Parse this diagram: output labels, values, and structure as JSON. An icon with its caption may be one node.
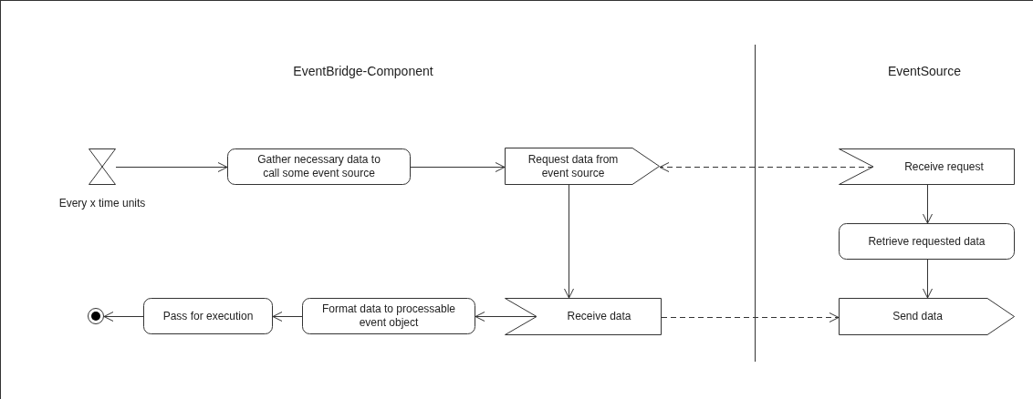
{
  "diagram": {
    "nodes": [
      {
        "text": [],
        "shape": "hourglass",
        "beside": [
          "Every x time units"
        ]
      },
      {
        "text": [
          "Gather necessary data to call some event source"
        ]
      },
      {
        "text": [
          "Request data from event source"
        ]
      },
      {
        "text": [
          "Receive request"
        ]
      },
      {
        "text": [
          "Retrieve requested data"
        ]
      },
      {
        "text": [
          "Receive data"
        ]
      },
      {
        "text": [
          "Send data"
        ]
      },
      {
        "text": [
          "Format data to processable event object"
        ]
      },
      {
        "text": [
          "Pass for execution"
        ]
      },
      {
        "text": [],
        "shape": "circle"
      }
    ],
    "edges": [
      {
        "from": 0,
        "to": 1,
        "arrow": "to"
      },
      {
        "from": 1,
        "to": 2,
        "arrow": "to"
      },
      {
        "from": 3,
        "to": 2,
        "arrow": "to",
        "style": "dashed"
      },
      {
        "from": 2,
        "to": 5,
        "arrow": "to"
      },
      {
        "from": 3,
        "to": 4,
        "arrow": "to"
      },
      {
        "from": 4,
        "to": 6,
        "arrow": "to"
      },
      {
        "from": 5,
        "to": 6,
        "arrow": "to",
        "style": "dashed"
      },
      {
        "from": 5,
        "to": 7,
        "arrow": "to"
      },
      {
        "from": 7,
        "to": 8,
        "arrow": "to"
      },
      {
        "from": 8,
        "to": 9,
        "arrow": "to"
      }
    ],
    "labels": [
      "EventBridge-Component",
      "EventSource"
    ]
  }
}
